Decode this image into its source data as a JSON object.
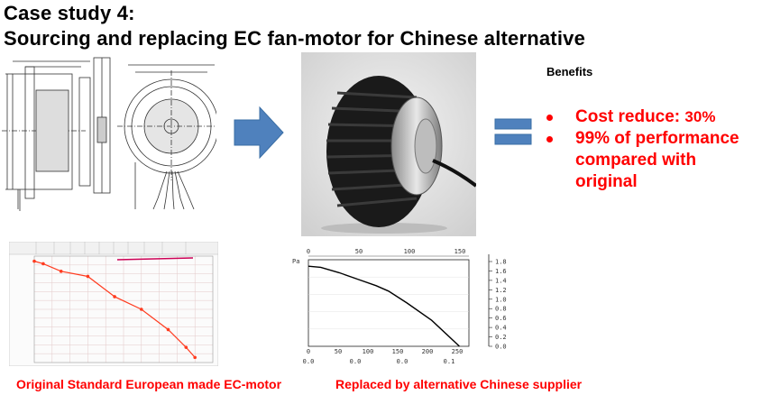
{
  "title": {
    "line1": "Case study 4:",
    "line2": "Sourcing and replacing EC fan-motor for Chinese alternative"
  },
  "benefits": {
    "heading": "Benefits",
    "items": [
      {
        "text_prefix": "Cost reduce: ",
        "text_value": "30%"
      },
      {
        "text": "99% of performance compared with original"
      }
    ]
  },
  "captions": {
    "left": "Original  Standard  European  made  EC-motor",
    "right": "Replaced  by alternative  Chinese  supplier"
  },
  "colors": {
    "arrow": "#4f81bd",
    "equals": "#4f81bd",
    "accent_red": "#ff0000",
    "curve_red": "#ff3b1f",
    "efficiency_magenta": "#cc0055"
  },
  "icons": [
    "right-arrow-icon",
    "equals-icon",
    "bullet-icon"
  ],
  "chart_data": [
    {
      "type": "line",
      "title": "",
      "series": [
        {
          "x": [
            0,
            10,
            30,
            60,
            90,
            120,
            150,
            170,
            180
          ],
          "values": [
            400,
            390,
            360,
            340,
            260,
            210,
            130,
            60,
            20
          ]
        }
      ],
      "grid": true
    },
    {
      "type": "line",
      "title": "",
      "x_top_ticks": [
        "0",
        "50",
        "100",
        "150"
      ],
      "x_ticks": [
        "0",
        "50",
        "100",
        "150",
        "200",
        "250"
      ],
      "x_bottom_ticks": [
        "0.0",
        "0.0",
        "0.0",
        "0.1"
      ],
      "y_left_label": "Pa",
      "y_right_ticks": [
        "1.8",
        "1.6",
        "1.4",
        "1.2",
        "1.0",
        "0.8",
        "0.6",
        "0.4",
        "0.2",
        "0.0"
      ],
      "series": [
        {
          "x": [
            0,
            20,
            50,
            80,
            110,
            130,
            160,
            200,
            245
          ],
          "values": [
            370,
            365,
            340,
            310,
            280,
            255,
            200,
            120,
            0
          ]
        }
      ],
      "xlim": [
        0,
        250
      ],
      "ylim": [
        0,
        400
      ],
      "grid": true
    }
  ]
}
